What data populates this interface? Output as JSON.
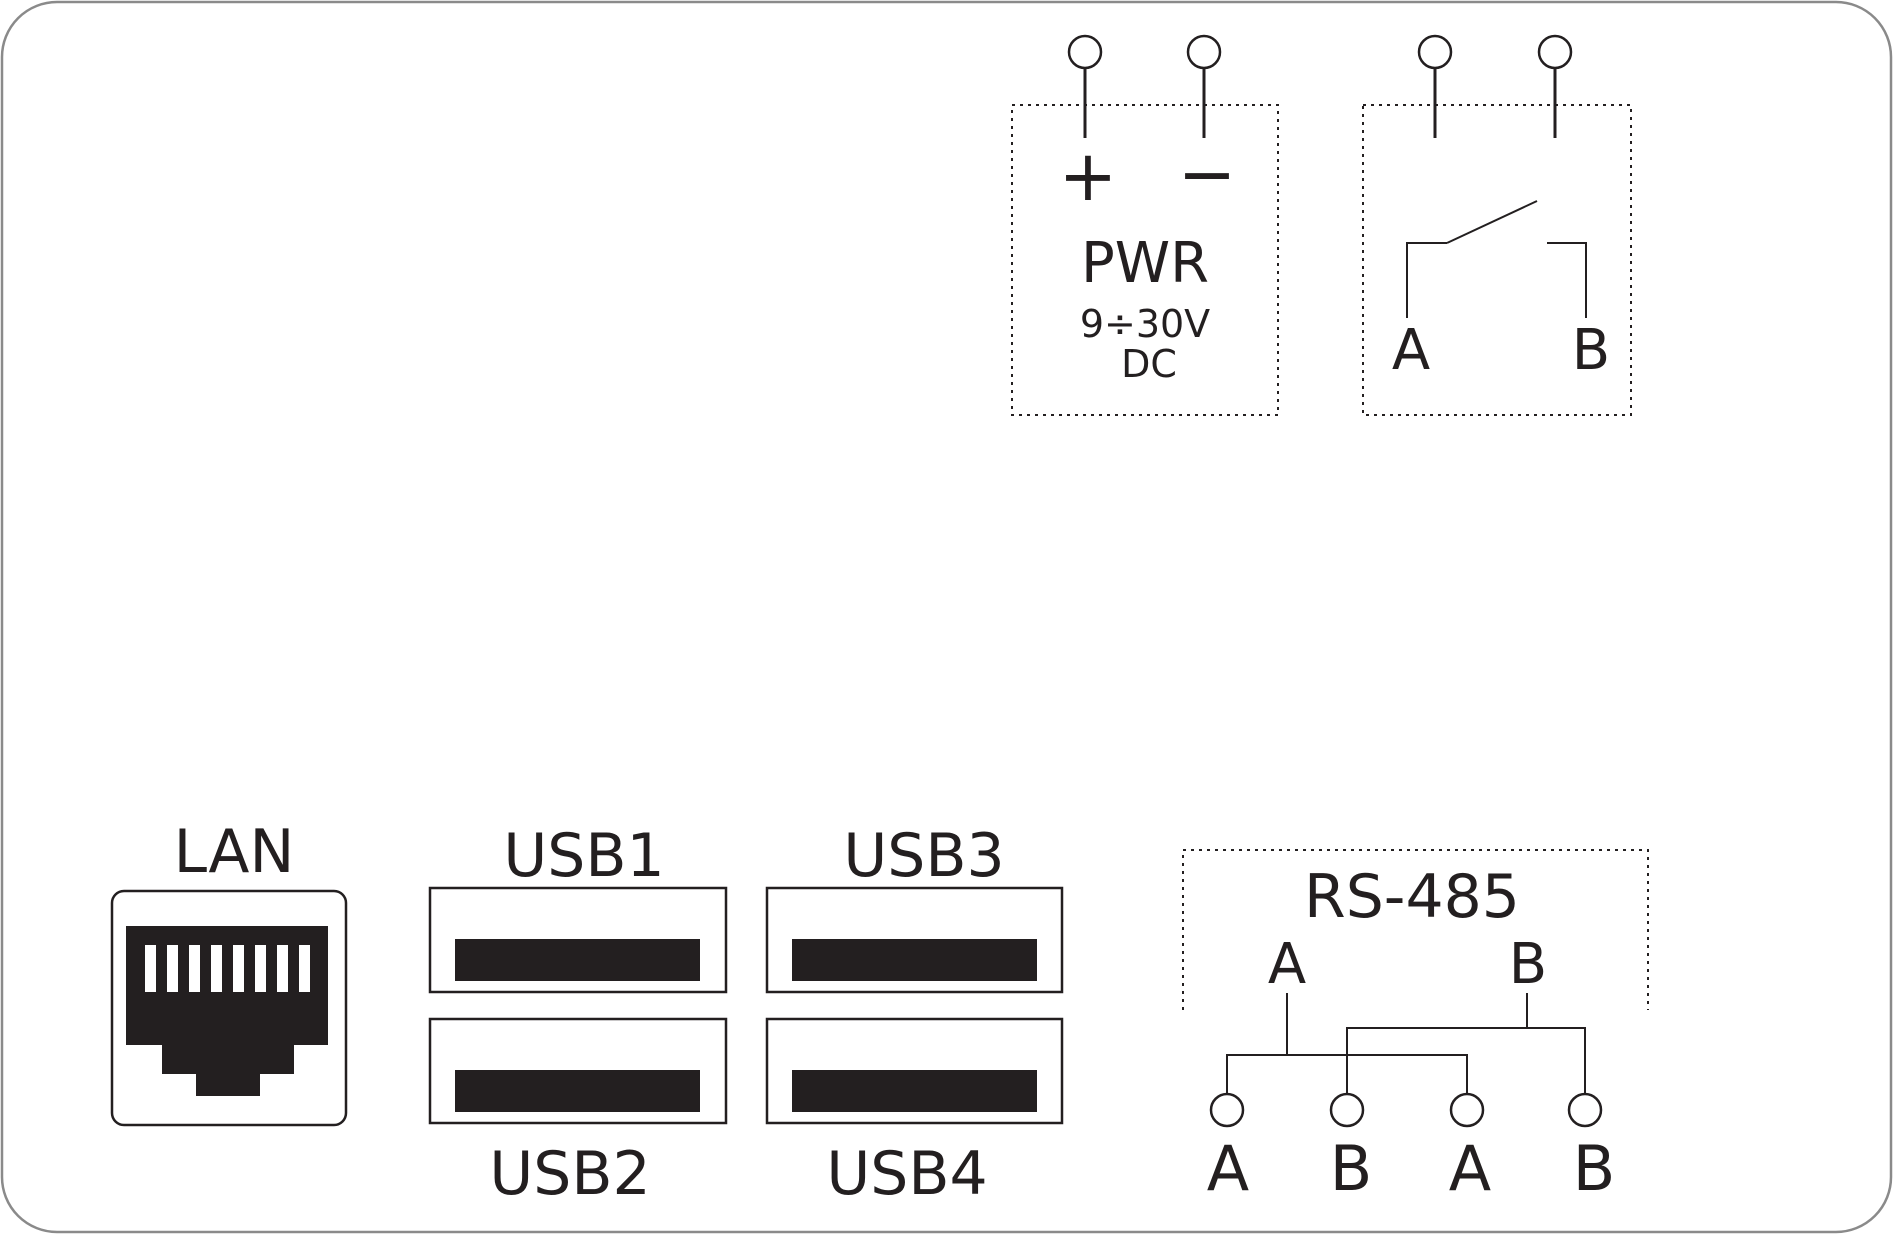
{
  "colors": {
    "ink": "#231f20",
    "frame": "#8a8a8a",
    "background": "#ffffff"
  },
  "power": {
    "plus": "+",
    "minus": "−",
    "label": "PWR",
    "voltage": "9÷30V",
    "current_type": "DC"
  },
  "relay": {
    "label_a": "A",
    "label_b": "B"
  },
  "lan": {
    "label": "LAN",
    "icon": "rj45-port-icon"
  },
  "usb": {
    "usb1": "USB1",
    "usb2": "USB2",
    "usb3": "USB3",
    "usb4": "USB4",
    "icon": "usb-port-icon"
  },
  "rs485": {
    "title": "RS-485",
    "bus_a": "A",
    "bus_b": "B",
    "terminals": [
      "A",
      "B",
      "A",
      "B"
    ]
  }
}
